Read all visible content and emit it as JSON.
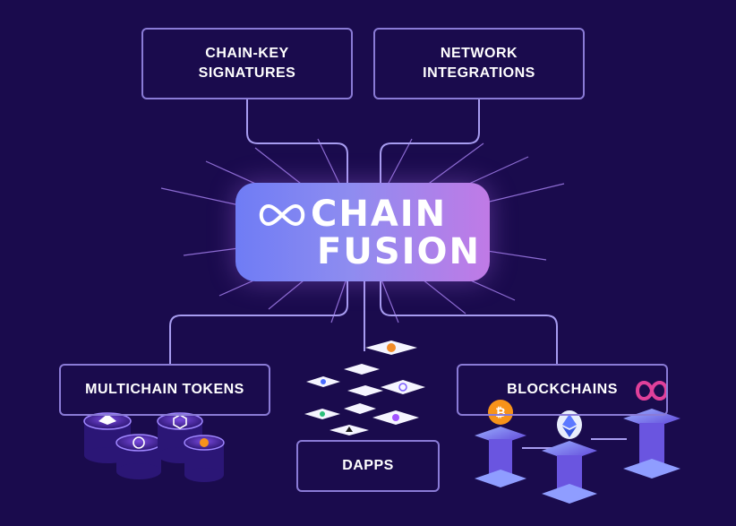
{
  "hub": {
    "title_line1": "CHAIN",
    "title_line2": "FUSION",
    "logo_icon": "infinity-icon"
  },
  "nodes": {
    "chain_key": "CHAIN-KEY\nSIGNATURES",
    "network": "NETWORK\nINTEGRATIONS",
    "multichain": "MULTICHAIN TOKENS",
    "blockchains": "BLOCKCHAINS",
    "dapps": "DAPPS"
  },
  "colors": {
    "background": "#1a0b4d",
    "box_border": "#8a7bd6",
    "hub_gradient_start": "#6f7cf5",
    "hub_gradient_end": "#c07ae6",
    "connector": "#a79cf0"
  },
  "icons": {
    "multichain": [
      "ethereum-token-icon",
      "chainlink-token-icon",
      "usdc-token-icon",
      "bitcoin-token-icon"
    ],
    "blockchains": [
      "bitcoin-icon",
      "ethereum-icon",
      "internet-computer-icon"
    ],
    "dapps": [
      "dapp-tile-icon",
      "dapp-tile-icon",
      "dapp-tile-icon",
      "dapp-tile-icon",
      "dapp-tile-icon",
      "dapp-tile-icon",
      "dapp-tile-icon",
      "dapp-tile-icon",
      "dapp-tile-icon"
    ]
  }
}
